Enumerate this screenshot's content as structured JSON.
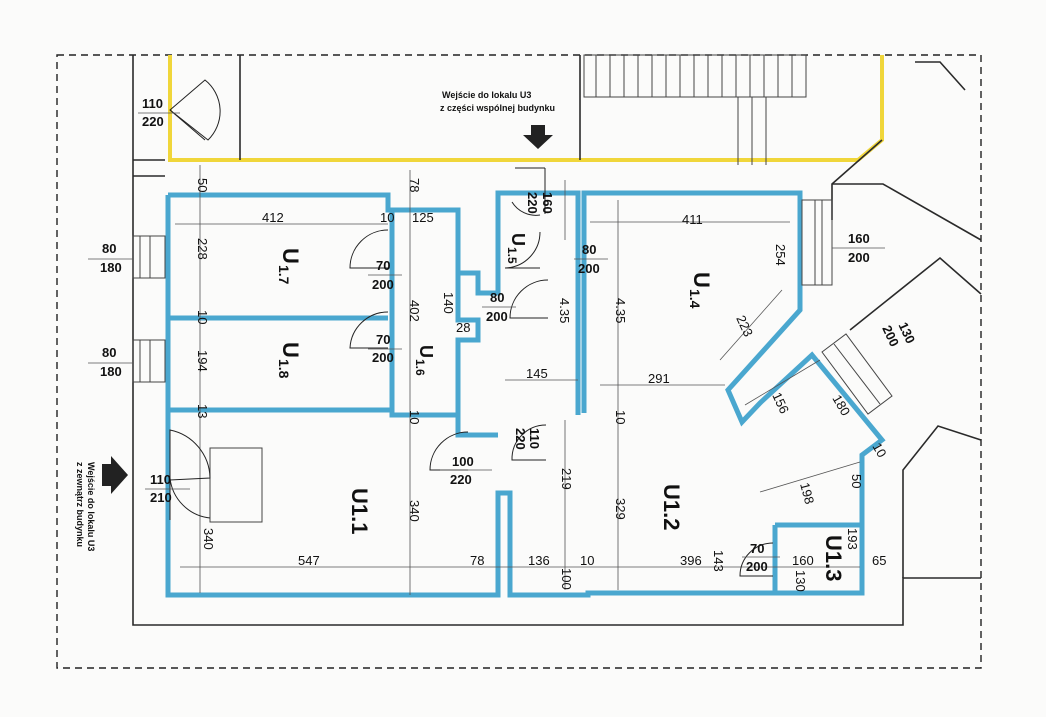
{
  "diagram": {
    "entrance_top": {
      "line1": "Wejście do lokalu U3",
      "line2": "z części wspólnej budynku"
    },
    "entrance_left": {
      "line1": "Wejście do lokalu U3",
      "line2": "z zewnątrz budynku"
    },
    "rooms": {
      "u11": {
        "main": "U1.1"
      },
      "u12": {
        "main": "U1.2"
      },
      "u13": {
        "main": "U1.3"
      },
      "u14": {
        "main": "U",
        "sub": "1.4"
      },
      "u15": {
        "main": "U",
        "sub": "1.5"
      },
      "u16": {
        "main": "U",
        "sub": "1.6"
      },
      "u17": {
        "main": "U",
        "sub": "1.7"
      },
      "u18": {
        "main": "U",
        "sub": "1.8"
      }
    },
    "openings": {
      "top_left_door": {
        "w": "110",
        "h": "220"
      },
      "win_u17": {
        "w": "80",
        "h": "180"
      },
      "win_u18": {
        "w": "80",
        "h": "180"
      },
      "entry_left_door": {
        "w": "110",
        "h": "210"
      },
      "door_top_center": {
        "w": "160",
        "h": "220"
      },
      "door_u17": {
        "w": "70",
        "h": "200"
      },
      "door_u18": {
        "w": "70",
        "h": "200"
      },
      "door_u16": {
        "w": "80",
        "h": "200"
      },
      "door_u15": {
        "w": "80",
        "h": "200"
      },
      "win_u14": {
        "w": "160",
        "h": "200"
      },
      "win_diag": {
        "w": "200",
        "h": "130"
      },
      "door_mid": {
        "w": "110",
        "h": "220"
      },
      "door_u11": {
        "w": "100",
        "h": "220"
      },
      "door_u13": {
        "w": "70",
        "h": "200"
      }
    },
    "dims": {
      "d412": "412",
      "d10a": "10",
      "d125": "125",
      "d411": "411",
      "d50": "50",
      "d78top": "78",
      "d228": "228",
      "d10b": "10",
      "d194": "194",
      "d13": "13",
      "d402": "402",
      "d140": "140",
      "d28": "28",
      "d435a": "4.35",
      "d435b": "4.35",
      "d254": "254",
      "d223": "223",
      "d145": "145",
      "d291": "291",
      "d10c": "10",
      "d10d": "10",
      "d156": "156",
      "d180": "180",
      "d10e": "10",
      "d198": "198",
      "d50b": "50",
      "d219": "219",
      "d329": "329",
      "d340a": "340",
      "d340b": "340",
      "d547": "547",
      "d78": "78",
      "d136": "136",
      "d10f": "10",
      "d100": "100",
      "d396": "396",
      "d143": "143",
      "d160": "160",
      "d130": "130",
      "d193": "193",
      "d65": "65"
    }
  }
}
